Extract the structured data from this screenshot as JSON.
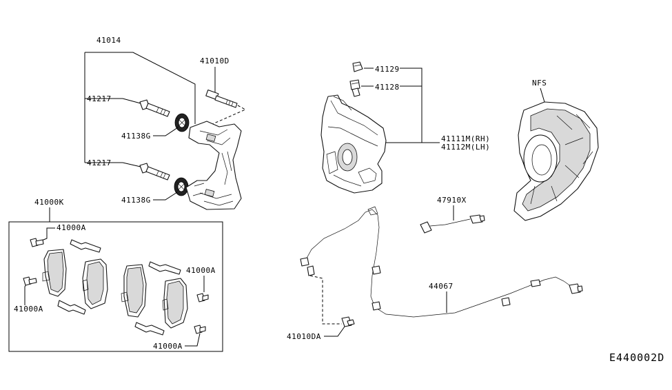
{
  "labels": {
    "l41014": "41014",
    "l41010D": "41010D",
    "l41217a": "41217",
    "l41138Ga": "41138G",
    "l41217b": "41217",
    "l41138Gb": "41138G",
    "l41000K": "41000K",
    "l41000A_1": "41000A",
    "l41000A_2": "41000A",
    "l41000A_3": "41000A",
    "l41000A_4": "41000A",
    "l41129": "41129",
    "l41128": "41128",
    "l41111M": "41111M(RH)",
    "l41112M": "41112M(LH)",
    "lNFS": "NFS",
    "l47910X": "47910X",
    "l44067": "44067",
    "l41010DA": "41010DA",
    "diagram_code": "E440002D"
  }
}
